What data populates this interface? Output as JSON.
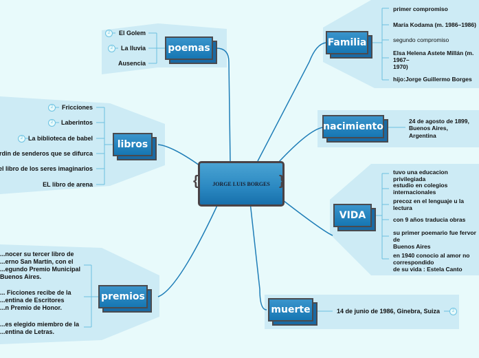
{
  "central": {
    "label": "JORGE LUIS BORGES"
  },
  "colors": {
    "background": "#e8fafb",
    "region": "#cdebf5",
    "topic": "#1f80bd",
    "border": "#4a4a4e",
    "line": "#1e7db7"
  },
  "badge_label": "2",
  "topics": {
    "poemas": {
      "label": "poemas",
      "items": [
        "El Golem",
        "La lluvia",
        "Ausencia"
      ]
    },
    "libros": {
      "label": "libros",
      "items": [
        "Fricciones",
        "Laberintos",
        "La biblioteca de babel",
        "el jardin de senderos que se difurca",
        "el libro de los seres imaginarios",
        "EL libro de arena"
      ]
    },
    "premios": {
      "label": "premios",
      "items": [
        [
          "...nocer su tercer libro de",
          "...erno San Martín, con el",
          "...egundo Premio Municipal",
          "Buenos Aires."
        ],
        [
          "... Ficciones recibe de la",
          "...entina de Escritores",
          "...n Premio de Honor."
        ],
        [
          "...es elegido miembro de la",
          "...entina de Letras."
        ]
      ]
    },
    "familia": {
      "label": "Familia",
      "items": [
        "primer compromiso",
        "María Kodama (m. 1986–1986)",
        "segundo compromiso",
        "Elsa Helena Astete Millán (m. 1967–",
        "1970)",
        "hijo:Jorge Guillermo Borges"
      ]
    },
    "nacimiento": {
      "label": "nacimiento",
      "items": [
        "24 de agosto de 1899, Buenos Aires,",
        "Argentina"
      ]
    },
    "vida": {
      "label": "VIDA",
      "items": [
        "tuvo una educacion privilegiada",
        "estudio en colegios internacionales",
        "precoz en el lenguaje u la lectura",
        "con 9 años traducia obras",
        "su primer poemario fue fervor de",
        "Buenos Aires",
        "en 1940 conocio al amor no correspondido",
        "de su vida : Estela Canto"
      ]
    },
    "muerte": {
      "label": "muerte",
      "items": [
        "14 de junio de 1986, Ginebra, Suiza"
      ]
    }
  }
}
